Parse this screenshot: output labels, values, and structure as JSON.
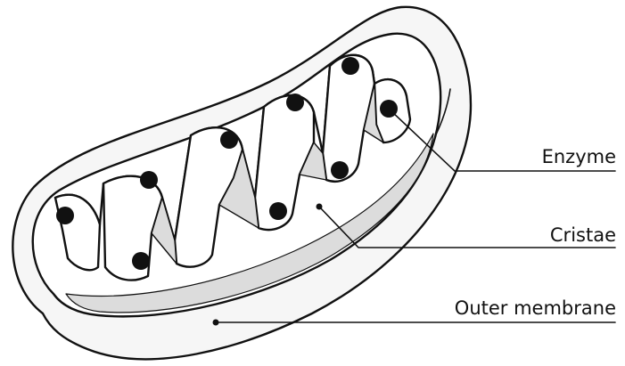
{
  "labels": {
    "enzyme": "Enzyme",
    "cristae": "Cristae",
    "outer_membrane": "Outer membrane"
  },
  "colors": {
    "outline": "#111111",
    "membrane_fill": "#f6f6f6",
    "inner_fill": "#ffffff",
    "shade": "#dcdcdc",
    "dot": "#111111"
  }
}
